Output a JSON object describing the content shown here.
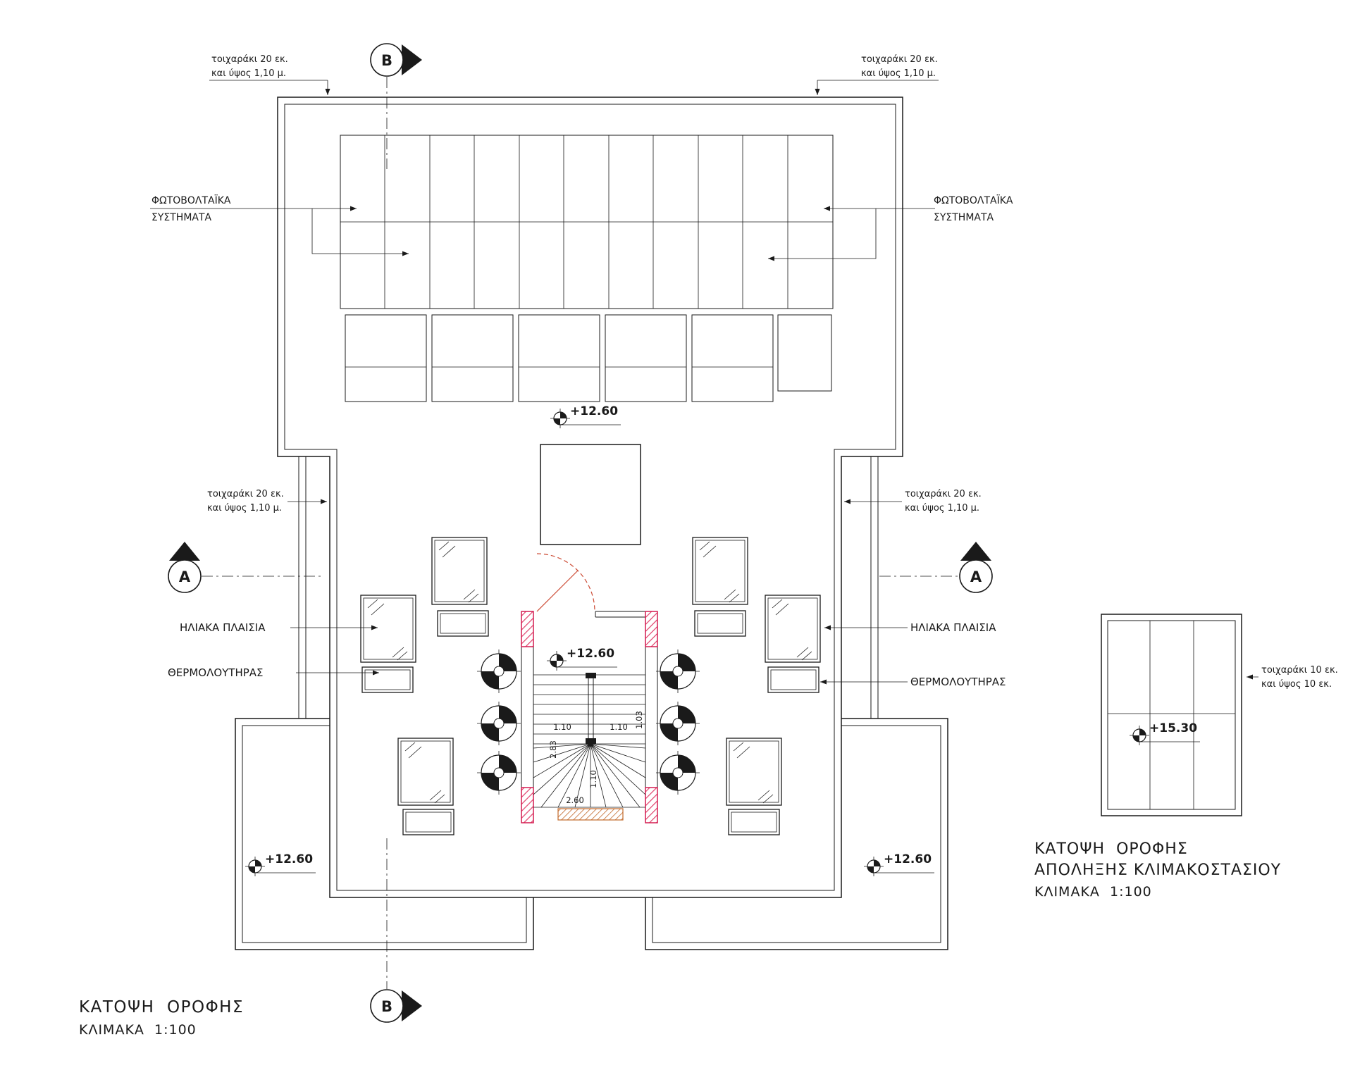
{
  "titles": {
    "main_plan_title": "ΚΑΤΟΨΗ  ΟΡΟΦΗΣ",
    "main_plan_scale": "ΚΛΙΜΑΚΑ  1:100",
    "stair_plan_title_line1": "ΚΑΤΟΨΗ  ΟΡΟΦΗΣ",
    "stair_plan_title_line2": "ΑΠΟΛΗΞΗΣ ΚΛΙΜΑΚΟΣΤΑΣΙΟΥ",
    "stair_plan_scale": "ΚΛΙΜΑΚΑ  1:100"
  },
  "labels": {
    "pv_line1": "ΦΩΤΟΒΟΛΤΑΪΚΑ",
    "pv_line2": "ΣΥΣΤΗΜΑΤΑ",
    "solar_panels": "ΗΛΙΑΚΑ ΠΛΑΙΣΙΑ",
    "water_heater": "ΘΕΡΜΟΛΟΥΤΗΡΑΣ"
  },
  "notes": {
    "wall20_line1": "τοιχαράκι 20 εκ.",
    "wall20_line2": "και ύψος 1,10 μ.",
    "wall10_line1": "τοιχαράκι 10 εκ.",
    "wall10_line2": "και ύψος 10 εκ."
  },
  "levels": {
    "roof": "+12.60",
    "stair_roof": "+15.30"
  },
  "sections": {
    "a": "A",
    "b": "B"
  },
  "dims": {
    "flight_width": "1.10",
    "stair_length": "2.83",
    "landing": "1.03",
    "stair_width": "2.60"
  },
  "colors": {
    "line": "#1a1a1a",
    "stair_wall_red": "#d41c50",
    "stair_hatch_red": "#e0416b",
    "door_grate_orange": "#c2692a",
    "background": "#ffffff"
  }
}
